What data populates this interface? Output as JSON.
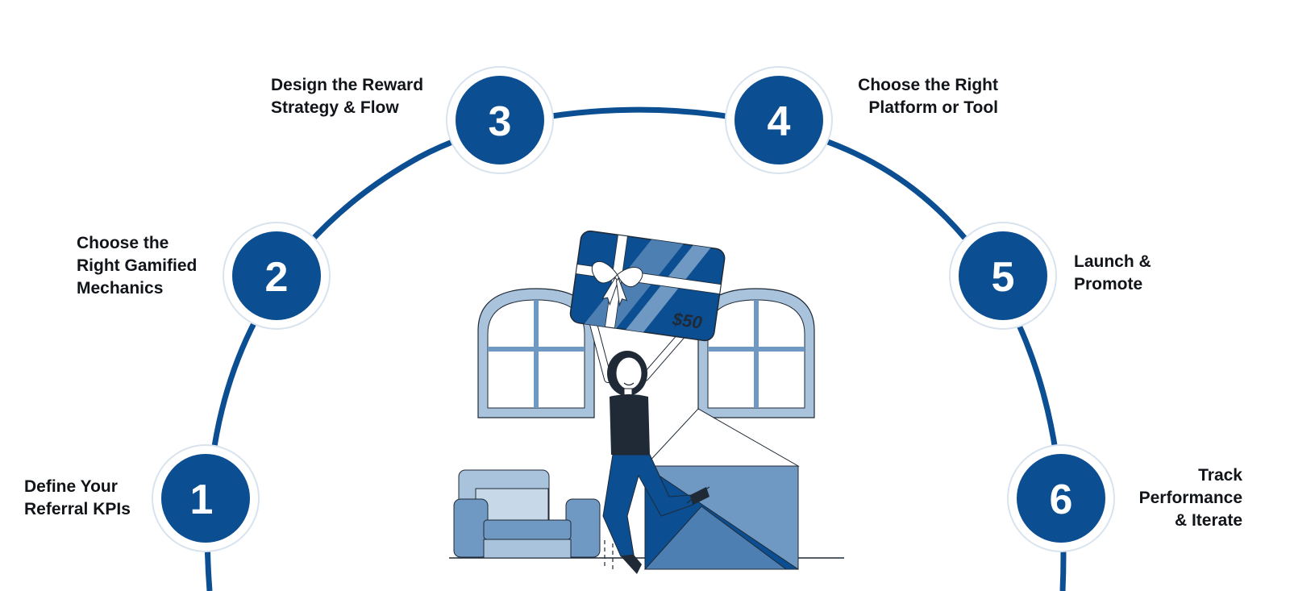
{
  "colors": {
    "primary": "#0b4e91",
    "ring": "#d9e3ee",
    "light_blue": "#a9c3dc",
    "mid_blue": "#6f98c2",
    "dark": "#1f2a36"
  },
  "steps": [
    {
      "number": "1",
      "label": "Define Your\nReferral KPIs"
    },
    {
      "number": "2",
      "label": "Choose the\nRight Gamified\nMechanics"
    },
    {
      "number": "3",
      "label": "Design the Reward\nStrategy & Flow"
    },
    {
      "number": "4",
      "label": "Choose the Right\nPlatform or Tool"
    },
    {
      "number": "5",
      "label": "Launch &\nPromote"
    },
    {
      "number": "6",
      "label": "Track\nPerformance\n& Iterate"
    }
  ],
  "illustration": {
    "gift_card_value": "$50"
  }
}
